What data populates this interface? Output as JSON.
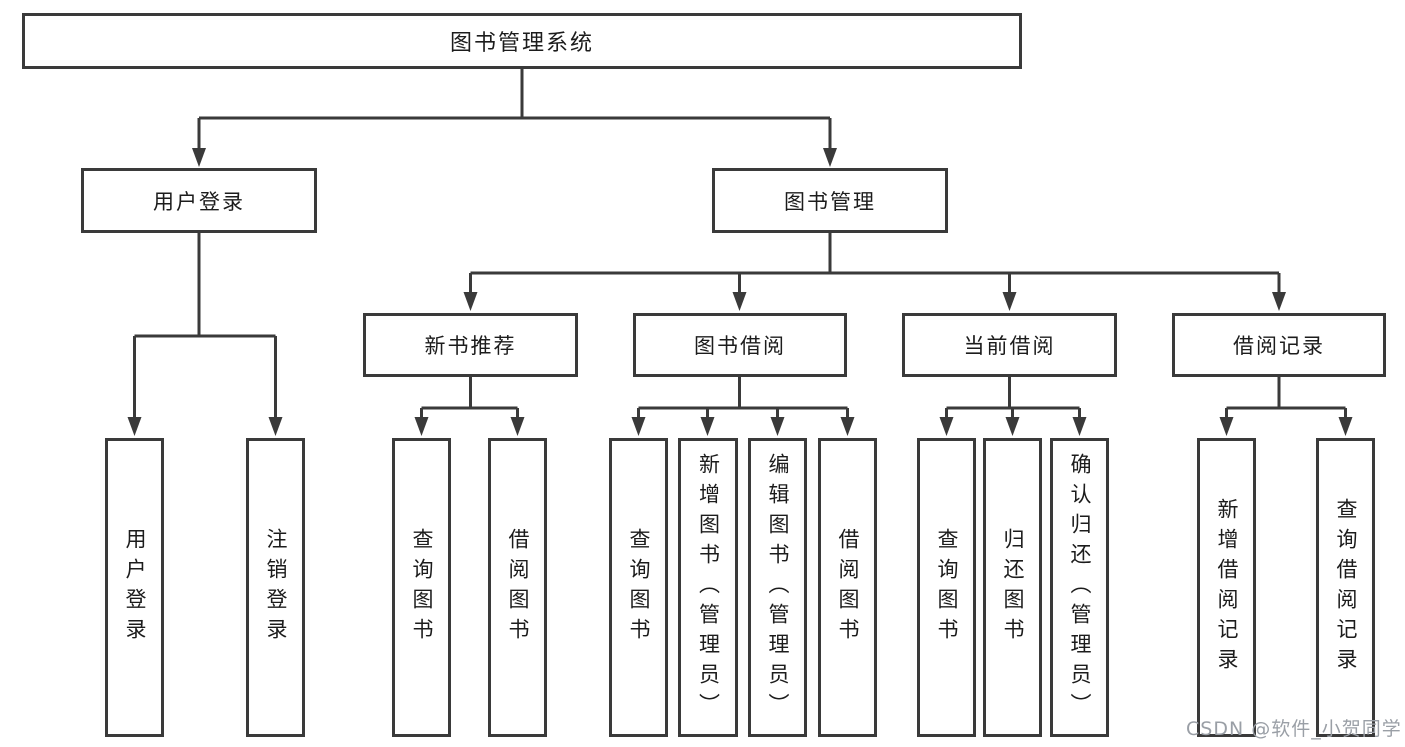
{
  "diagram": {
    "root": "图书管理系统",
    "level2": [
      "用户登录",
      "图书管理"
    ],
    "level3": [
      "新书推荐",
      "图书借阅",
      "当前借阅",
      "借阅记录"
    ],
    "leaves": [
      "用户登录",
      "注销登录",
      "查询图书",
      "借阅图书",
      "查询图书",
      "新增图书（管理员）",
      "编辑图书（管理员）",
      "借阅图书",
      "查询图书",
      "归还图书",
      "确认归还（管理员）",
      "新增借阅记录",
      "查询借阅记录"
    ]
  },
  "watermark": {
    "text": "CSDN @软件_小贺同学"
  },
  "colors": {
    "line": "#3a3a3a",
    "text": "#1c1c1c",
    "watermark": "#9a9fa6",
    "background": "#ffffff"
  }
}
